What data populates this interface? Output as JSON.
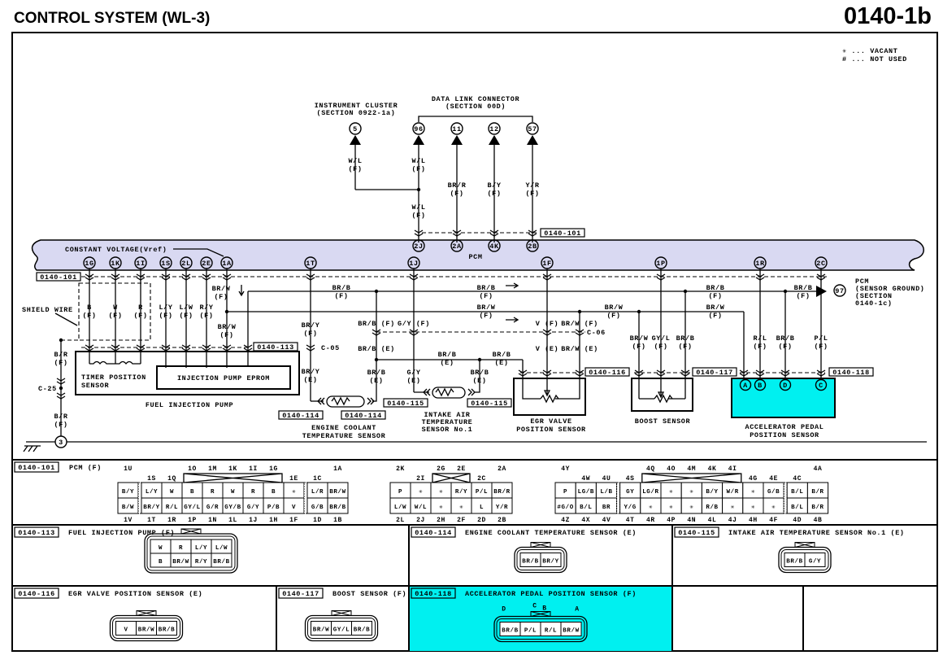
{
  "header": {
    "title": "CONTROL SYSTEM (WL-3)",
    "page_code": "0140-1b"
  },
  "legend": {
    "vacant": "✳ ... VACANT",
    "not_used": "# ... NOT USED"
  },
  "colors": {
    "pcm_band": "#d9d9f2",
    "highlight": "#00f0f0",
    "line": "#000000"
  },
  "pcm": {
    "label": "PCM",
    "constant_voltage": "CONSTANT VOLTAGE(Vref)",
    "top_pins": [
      "2J",
      "2A",
      "4K",
      "2B"
    ],
    "bottom_pins": [
      "1G",
      "1K",
      "1I",
      "1S",
      "2L",
      "2E",
      "1A",
      "1T",
      "1J",
      "1F",
      "1P",
      "1R",
      "2C"
    ]
  },
  "external": {
    "instrument_cluster": [
      "INSTRUMENT CLUSTER",
      "(SECTION 0922-1a)"
    ],
    "instrument_pin": "5",
    "dlc": [
      "DATA LINK CONNECTOR",
      "(SECTION 00D)"
    ],
    "dlc_pins": [
      "96",
      "11",
      "12",
      "57"
    ],
    "sensor_ground": [
      "PCM",
      "(SENSOR GROUND)",
      "(SECTION",
      " 0140-1c)"
    ],
    "sensor_ground_pin": "97",
    "ground_pin": "3"
  },
  "wire_labels": [
    [
      "W/L",
      "(F)"
    ],
    [
      "W/L",
      "(F)"
    ],
    [
      "W/L",
      "(F)"
    ],
    [
      "BR/R",
      "(F)"
    ],
    [
      "B/Y",
      "(F)"
    ],
    [
      "Y/R",
      "(F)"
    ],
    [
      "B",
      "(F)"
    ],
    [
      "W",
      "(F)"
    ],
    [
      "R",
      "(F)"
    ],
    [
      "L/Y",
      "(F)"
    ],
    [
      "L/W",
      "(F)"
    ],
    [
      "R/Y",
      "(F)"
    ],
    [
      "BR/W",
      "(F)"
    ],
    [
      "BR/W",
      "(F)"
    ],
    [
      "BR/Y",
      "(F)"
    ],
    [
      "BR/Y",
      "(E)"
    ],
    [
      "BR/B",
      "(F)"
    ],
    [
      "BR/B",
      "(F)"
    ],
    [
      "BR/W",
      "(F)"
    ],
    [
      "BR/B",
      "(E)"
    ],
    [
      "BR/B",
      "(E)"
    ],
    [
      "BR/B",
      "(E)"
    ],
    [
      "BR/B",
      "(E)"
    ],
    [
      "G/Y",
      "(E)"
    ],
    [
      "BR/W",
      "(F)"
    ],
    [
      "BR/B",
      "(F)"
    ],
    [
      "BR/W",
      "(F)"
    ],
    [
      "BR/B",
      "(F)"
    ],
    [
      "BR/W",
      "(F)"
    ],
    [
      "GY/L",
      "(F)"
    ],
    [
      "BR/B",
      "(F)"
    ],
    [
      "R/L",
      "(F)"
    ],
    [
      "BR/B",
      "(F)"
    ],
    [
      "P/L",
      "(F)"
    ],
    [
      "B/R",
      "(F)"
    ],
    [
      "B/R",
      "(F)"
    ]
  ],
  "inline_labels": [
    "BR/B (F)",
    "G/Y (F)",
    "V (F)",
    "BR/W (F)",
    "BR/B (E)",
    "V (E)",
    "BR/W (E)"
  ],
  "joints": [
    "C-05",
    "C-06",
    "C-25"
  ],
  "connector_refs": [
    "0140-101",
    "0140-101",
    "0140-113",
    "0140-114",
    "0140-114",
    "0140-115",
    "0140-115",
    "0140-116",
    "0140-117",
    "0140-118"
  ],
  "components": {
    "shield_wire": "SHIELD WIRE",
    "timer_position_sensor": [
      "TIMER POSITION",
      "SENSOR"
    ],
    "injection_pump_eprom": "INJECTION PUMP EPROM",
    "fuel_injection_pump": "FUEL INJECTION PUMP",
    "engine_coolant": [
      "ENGINE COOLANT",
      "TEMPERATURE SENSOR"
    ],
    "intake_air": [
      "INTAKE AIR",
      "TEMPERATURE",
      "SENSOR No.1"
    ],
    "egr": [
      "EGR VALVE",
      "POSITION SENSOR"
    ],
    "boost": "BOOST SENSOR",
    "accelerator": [
      "ACCELERATOR PEDAL",
      "POSITION SENSOR"
    ],
    "accelerator_pins": [
      "A",
      "B",
      "D",
      "C"
    ]
  },
  "connector_101": {
    "code": "0140-101",
    "title": "PCM (F)",
    "blocks": [
      {
        "top_pins": [
          "1U",
          "1S",
          "1Q",
          "1O",
          "1M",
          "1K",
          "1I",
          "1G",
          "1E",
          "1C",
          "1A"
        ],
        "top": [
          "B/Y",
          "L/Y",
          "W",
          "B",
          "R",
          "W",
          "R",
          "B",
          "✳",
          "L/R",
          "BR/W"
        ],
        "bottom": [
          "B/W",
          "BR/Y",
          "R/L",
          "GY/L",
          "G/R",
          "GY/B",
          "G/Y",
          "P/B",
          "V",
          "G/B",
          "BR/B"
        ],
        "bottom_pins": [
          "1V",
          "1T",
          "1R",
          "1P",
          "1N",
          "1L",
          "1J",
          "1H",
          "1F",
          "1D",
          "1B"
        ]
      },
      {
        "top_pins": [
          "2K",
          "2I",
          "2G",
          "2E",
          "2C",
          "2A"
        ],
        "top": [
          "P",
          "✳",
          "✳",
          "R/Y",
          "P/L",
          "BR/R"
        ],
        "bottom": [
          "L/W",
          "W/L",
          "✳",
          "✳",
          "L",
          "Y/R"
        ],
        "bottom_pins": [
          "2L",
          "2J",
          "2H",
          "2F",
          "2D",
          "2B"
        ]
      },
      {
        "top_pins": [
          "4Y",
          "4W",
          "4U",
          "4S",
          "4Q",
          "4O",
          "4M",
          "4K",
          "4I",
          "4G",
          "4E",
          "4C",
          "4A"
        ],
        "top": [
          "P",
          "LG/B",
          "L/B",
          "GY",
          "LG/R",
          "✳",
          "✳",
          "B/Y",
          "W/R",
          "✳",
          "G/B",
          "B/L",
          "B/R"
        ],
        "bottom": [
          "#G/O",
          "B/L",
          "BR",
          "Y/G",
          "✳",
          "✳",
          "✳",
          "R/B",
          "✳",
          "✳",
          "✳",
          "B/L",
          "B/R"
        ],
        "bottom_pins": [
          "4Z",
          "4X",
          "4V",
          "4T",
          "4R",
          "4P",
          "4N",
          "4L",
          "4J",
          "4H",
          "4F",
          "4D",
          "4B"
        ]
      }
    ]
  },
  "connectors": [
    {
      "code": "0140-113",
      "title": "FUEL INJECTION PUMP (F)",
      "rows": [
        [
          "W",
          "R",
          "L/Y",
          "L/W"
        ],
        [
          "B",
          "BR/W",
          "R/Y",
          "BR/B"
        ]
      ]
    },
    {
      "code": "0140-114",
      "title": "ENGINE COOLANT TEMPERATURE SENSOR (E)",
      "rows": [
        [
          "BR/B",
          "BR/Y"
        ]
      ]
    },
    {
      "code": "0140-115",
      "title": "INTAKE AIR TEMPERATURE SENSOR No.1 (E)",
      "rows": [
        [
          "BR/B",
          "G/Y"
        ]
      ]
    },
    {
      "code": "0140-116",
      "title": "EGR VALVE POSITION SENSOR (E)",
      "rows": [
        [
          "V",
          "BR/W",
          "BR/B"
        ]
      ]
    },
    {
      "code": "0140-117",
      "title": "BOOST SENSOR (F)",
      "rows": [
        [
          "BR/W",
          "GY/L",
          "BR/B"
        ]
      ]
    },
    {
      "code": "0140-118",
      "title": "ACCELERATOR PEDAL POSITION SENSOR (F)",
      "rows": [
        [
          "BR/B",
          "P/L",
          "R/L",
          "BR/W"
        ]
      ],
      "pin_letters": [
        "D",
        "C",
        "B",
        "A"
      ]
    }
  ]
}
